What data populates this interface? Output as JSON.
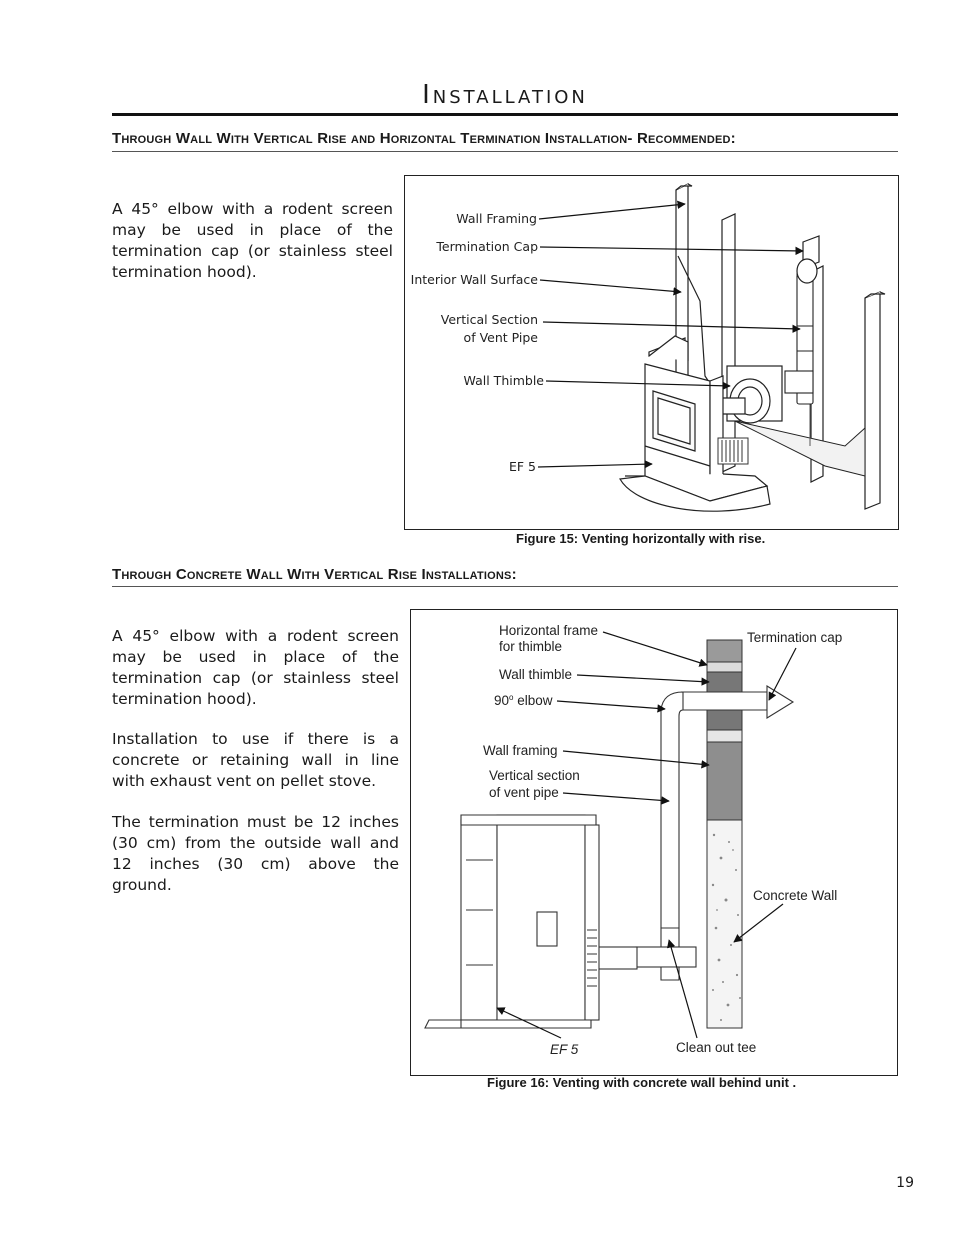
{
  "page": {
    "title": "Installation",
    "number": "19"
  },
  "section1": {
    "heading": "Through Wall With Vertical Rise and Horizontal Termination Installation- Recommended:",
    "paragraph": "A 45° elbow with a rodent screen may be used in place of the termination cap (or stainless steel termination hood).",
    "figure": {
      "caption": "Figure 15: Venting horizontally with rise.",
      "labels": {
        "wall_framing": "Wall Framing",
        "termination_cap": "Termination Cap",
        "interior_wall_surface": "Interior Wall Surface",
        "vertical_section_1": "Vertical Section",
        "vertical_section_2": "of Vent Pipe",
        "wall_thimble": "Wall Thimble",
        "ef5": "EF 5"
      }
    }
  },
  "section2": {
    "heading": "Through Concrete Wall With Vertical Rise Installations:",
    "paragraphs": [
      "A 45° elbow with a rodent screen may be used in place of the termination cap (or stainless steel termination hood).",
      "Installation to use if there is a concrete or retaining wall in line with exhaust vent on pellet stove.",
      "The termination must be 12 inches (30 cm) from the outside wall and 12 inches (30 cm) above the ground."
    ],
    "figure": {
      "caption": "Figure 16: Venting with concrete wall behind unit .",
      "labels": {
        "horizontal_frame_1": "Horizontal frame",
        "horizontal_frame_2": "for thimble",
        "wall_thimble": "Wall thimble",
        "elbow_num": "90",
        "elbow_sup": "o",
        "elbow_text": " elbow",
        "wall_framing": "Wall framing",
        "vertical_section_1": "Vertical section",
        "vertical_section_2": "of vent pipe",
        "termination_cap": "Termination cap",
        "concrete_wall": "Concrete Wall",
        "ef5": "EF 5",
        "clean_out_tee": "Clean out tee"
      }
    }
  }
}
